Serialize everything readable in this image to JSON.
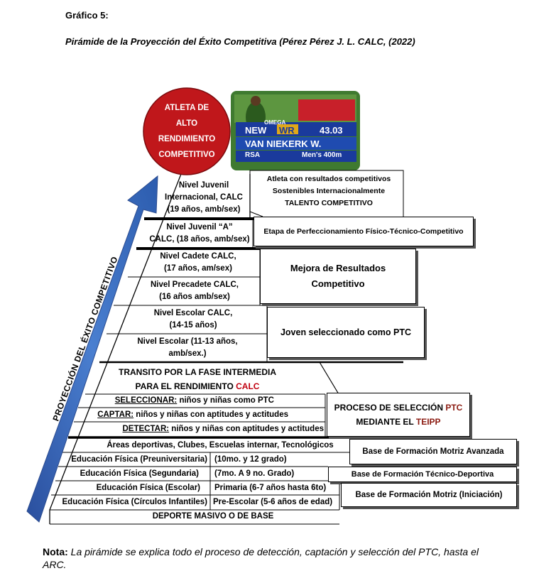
{
  "figure": {
    "label": "Gráfico 5:",
    "title": "Pirámide de la Proyección del Éxito Competitiva (Pérez Pérez J. L. CALC, (2022)"
  },
  "apex": {
    "circle_lines": [
      "ATLETA DE",
      "ALTO",
      "RENDIMIENTO",
      "COMPETITIVO"
    ],
    "photo": {
      "brand": "OMEGA",
      "new": "NEW",
      "record": "WR",
      "time": "43.03",
      "athlete": "VAN NIEKERK W.",
      "country": "RSA",
      "event": "Men's 400m"
    }
  },
  "arrow_label": "PROYECCIÓN DEL ÉXITO COMPETITIVO",
  "levels": {
    "juvenil_internacional": [
      "Nivel Juvenil",
      "Internacional, CALC",
      "(19 años, amb/sex)"
    ],
    "juvenil_a": [
      "Nivel Juvenil “A”",
      "CALC, (18 años, amb/sex)"
    ],
    "cadete": [
      "Nivel Cadete CALC,",
      "(17 años, am/sex)"
    ],
    "precadete": [
      "Nivel Precadete CALC,",
      "(16 años amb/sex)"
    ],
    "escolar": [
      "Nivel Escolar CALC,",
      "(14-15 años)"
    ],
    "escolar_b": [
      "Nivel Escolar (11-13 años,",
      "amb/sex.)"
    ]
  },
  "side_boxes": {
    "talento": [
      "Atleta con resultados competitivos",
      "Sostenibles Internacionalmente",
      "TALENTO COMPETITIVO"
    ],
    "perfeccionamiento": "Etapa de Perfeccionamiento Físico-Técnico-Competitivo",
    "mejora": [
      "Mejora de Resultados",
      "Competitivo"
    ],
    "joven": "Joven seleccionado como PTC",
    "proceso": {
      "line1": "PROCESO DE SELECCIÓN ",
      "line1_red": "PTC",
      "line2": "MEDIANTE EL ",
      "line2_red": "TEIPP"
    },
    "base_avanzada": "Base de Formación Motriz Avanzada",
    "base_tecnico": "Base de Formación Técnico-Deportiva",
    "base_iniciacion": "Base de Formación Motriz (Iniciación)"
  },
  "transit": {
    "line1": "TRANSITO POR LA FASE INTERMEDIA",
    "line2": "PARA EL RENDIMIENTO ",
    "line2_red": "CALC"
  },
  "selection": [
    {
      "term": "SELECCIONAR:",
      "text": " niños y niñas como PTC"
    },
    {
      "term": "CAPTAR:",
      "text": " niños y niñas con aptitudes y actitudes"
    },
    {
      "term": "DETECTAR:",
      "text": " niños y niñas con aptitudes y actitudes"
    }
  ],
  "areas": "Áreas deportivas, Clubes, Escuelas internar, Tecnológicos",
  "education_rows": [
    {
      "left": "Educación Física (Preuniversitaria)",
      "right": "(10mo. y 12 grado)"
    },
    {
      "left": "Educación Física (Segundaria)",
      "right": "(7mo. A 9 no. Grado)"
    },
    {
      "left": "Educación Física (Escolar)",
      "right": "Primaria (6-7 años hasta 6to)"
    },
    {
      "left": "Educación Física (Círculos Infantiles)",
      "right": "Pre-Escolar (5-6 años de edad)"
    }
  ],
  "base_label": "DEPORTE MASIVO O DE BASE",
  "note": {
    "label": "Nota:",
    "text": "La pirámide se explica todo el proceso de detección, captación y selección del PTC, hasta el ARC."
  },
  "colors": {
    "circle": "#c0171b",
    "arrow": "#3a6cc0",
    "accent_red": "#c0000f"
  }
}
